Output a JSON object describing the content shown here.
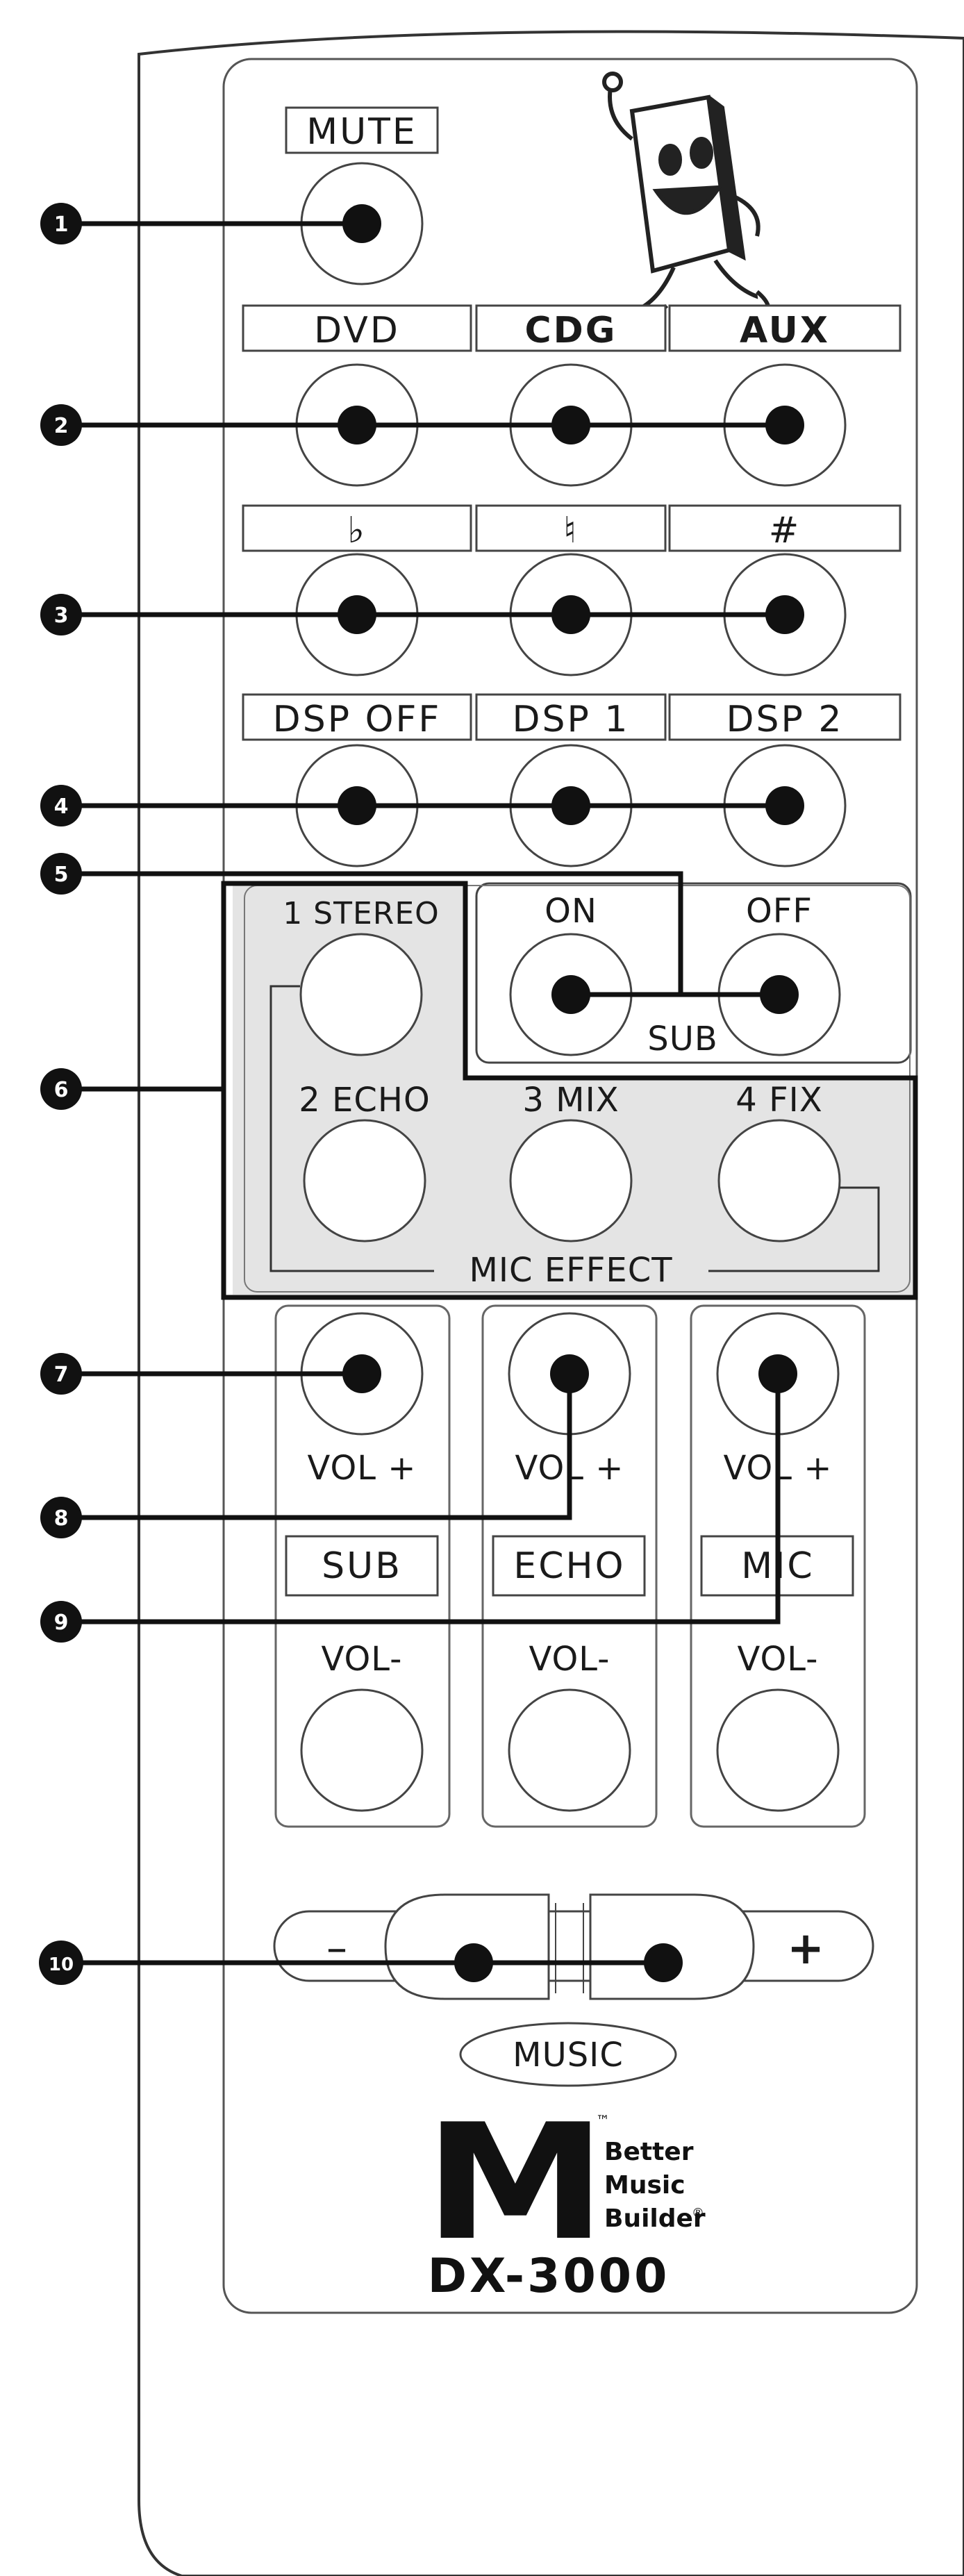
{
  "mute_label": "MUTE",
  "source_labels": [
    "DVD",
    "CDG",
    "AUX"
  ],
  "key_labels": [
    "♭",
    "♮",
    "#"
  ],
  "dsp_labels": [
    "DSP OFF",
    "DSP 1",
    "DSP 2"
  ],
  "sub_switch": {
    "on_label": "ON",
    "off_label": "OFF",
    "group_label": "SUB"
  },
  "mic_effect": {
    "labels": [
      "1 STEREO",
      "2 ECHO",
      "3 MIX",
      "4 FIX"
    ],
    "group_label": "MIC EFFECT"
  },
  "volume_columns": [
    {
      "up_label": "VOL +",
      "name_label": "SUB",
      "down_label": "VOL-"
    },
    {
      "up_label": "VOL +",
      "name_label": "ECHO",
      "down_label": "VOL-"
    },
    {
      "up_label": "VOL +",
      "name_label": "MIC",
      "down_label": "VOL-"
    }
  ],
  "music": {
    "minus_label": "–",
    "plus_label": "+",
    "label": "MUSIC"
  },
  "brand": {
    "logo_letters": "M",
    "tm": "™",
    "line1": "Better",
    "line2": "Music",
    "line3": "Builder",
    "registered": "®",
    "model": "DX-3000"
  },
  "callouts": [
    "1",
    "2",
    "3",
    "4",
    "5",
    "6",
    "7",
    "8",
    "9",
    "10"
  ]
}
